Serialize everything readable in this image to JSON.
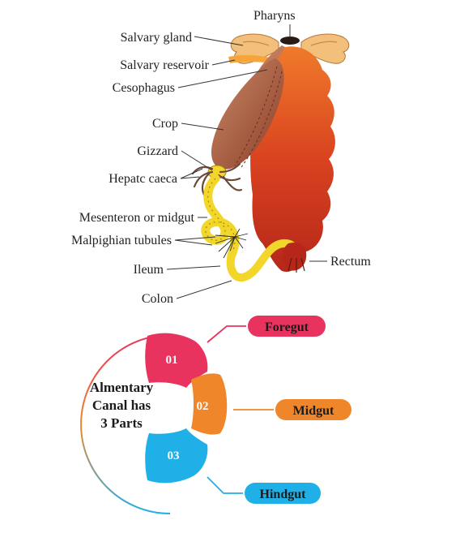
{
  "diagram": {
    "labels": {
      "pharyns": "Pharyns",
      "salivary_gland": "Salvary gland",
      "salivary_reservoir": "Salvary reservoir",
      "oesophagus": "Cesophagus",
      "crop": "Crop",
      "gizzard": "Gizzard",
      "hepatic_caeca": "Hepatc caeca",
      "mesenteron": "Mesenteron or midgut",
      "malpighian": "Malpighian tubules",
      "ileum": "Ileum",
      "colon": "Colon",
      "rectum": "Rectum"
    }
  },
  "infographic": {
    "center_lines": [
      "Almentary",
      "Canal has",
      "3 Parts"
    ],
    "parts": [
      {
        "number": "01",
        "name": "Foregut",
        "color": "#e8335f"
      },
      {
        "number": "02",
        "name": "Midgut",
        "color": "#f0862a"
      },
      {
        "number": "03",
        "name": "Hindgut",
        "color": "#1fb0e8"
      }
    ]
  },
  "colors": {
    "body_dark": "#b6271a",
    "body_light": "#f07a2a",
    "crop": "#a9553a",
    "midgut": "#f3d62a",
    "foregut": "#e8335f",
    "midgut_part": "#f0862a",
    "hindgut": "#1fb0e8"
  }
}
